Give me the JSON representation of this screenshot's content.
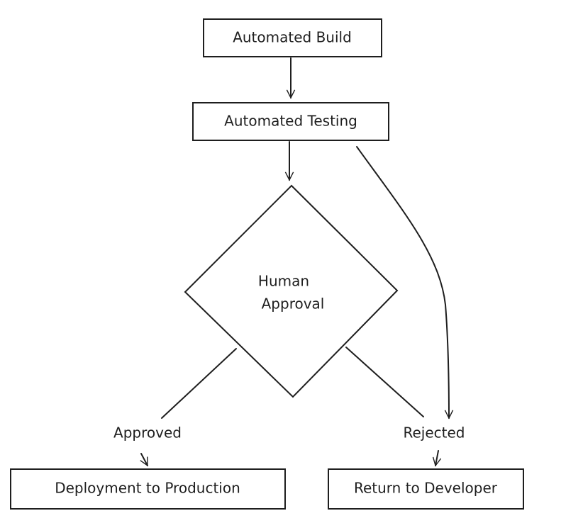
{
  "nodes": {
    "build": "Automated Build",
    "testing": "Automated Testing",
    "approval_line1": "Human",
    "approval_line2": "Approval",
    "deploy": "Deployment to Production",
    "return": "Return to Developer"
  },
  "edges": {
    "approved": "Approved",
    "rejected": "Rejected"
  },
  "colors": {
    "stroke": "#1e1e1e",
    "background": "#ffffff"
  }
}
